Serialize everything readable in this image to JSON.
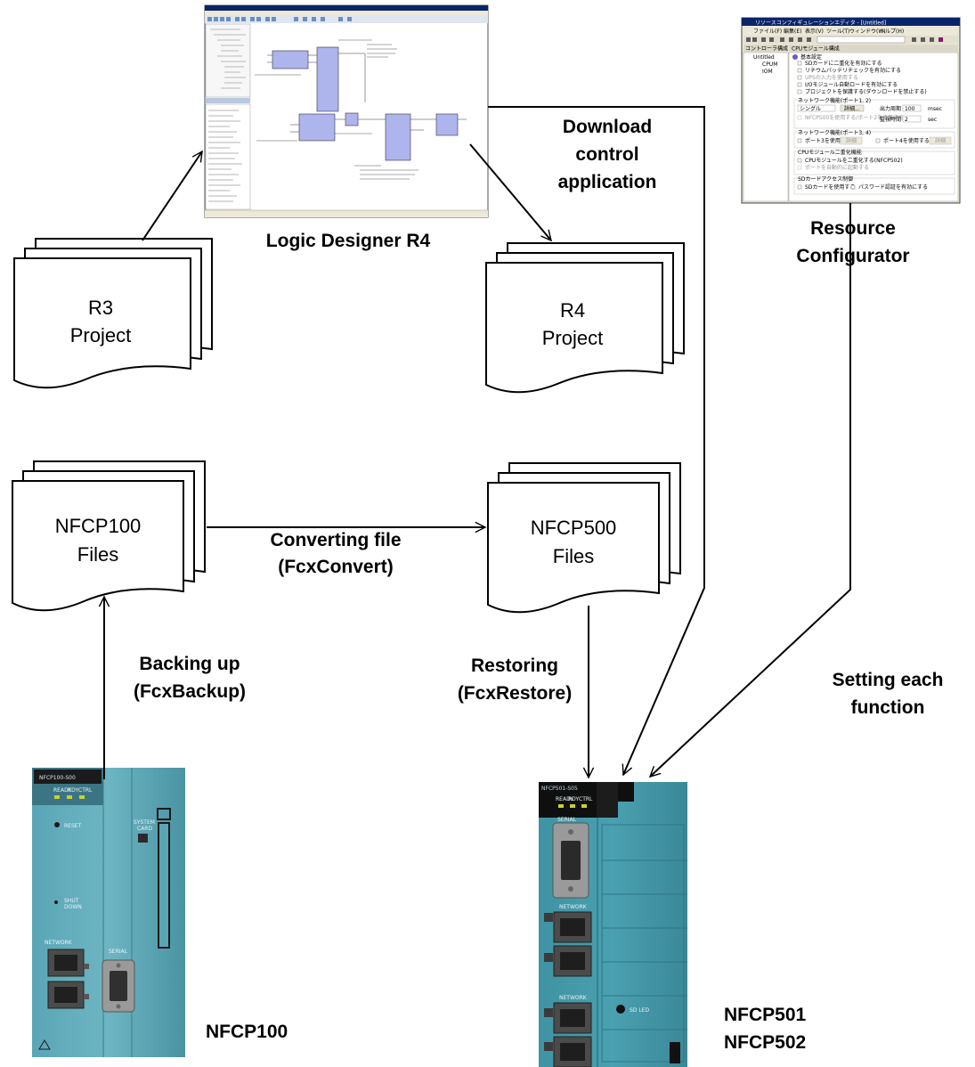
{
  "labels": {
    "logic_designer": "Logic Designer R4",
    "resource_configurator": [
      "Resource",
      "Configurator"
    ],
    "download": [
      "Download",
      "control",
      "application"
    ],
    "converting": [
      "Converting file",
      "(FcxConvert)"
    ],
    "backing_up": [
      "Backing up",
      "(FcxBackup)"
    ],
    "restoring": [
      "Restoring",
      "(FcxRestore)"
    ],
    "setting": [
      "Setting each",
      "function"
    ],
    "nfcp100": "NFCP100",
    "nfcp501": "NFCP501",
    "nfcp502": "NFCP502"
  },
  "documents": {
    "r3": [
      "R3",
      "Project"
    ],
    "r4": [
      "R4",
      "Project"
    ],
    "nfcp100_files": [
      "NFCP100",
      "Files"
    ],
    "nfcp500_files": [
      "NFCP500",
      "Files"
    ]
  },
  "device_nfcp100": {
    "model": "NFCP100-S00",
    "leds": [
      "READY",
      "RDY",
      "CTRL"
    ],
    "reset": "RESET",
    "shutdown": [
      "SHUT",
      "DOWN"
    ],
    "system_card": [
      "SYSTEM",
      "CARD"
    ],
    "network": "NETWORK",
    "serial": "SERIAL"
  },
  "device_nfcp500": {
    "model": "NFCP501-S05",
    "leds": [
      "READY",
      "RDY",
      "CTRL"
    ],
    "serial": "SERIAL",
    "network1": "NETWORK",
    "network2": "NETWORK",
    "sd_led": "SD LED"
  },
  "resource_window": {
    "title": "リソースコンフィギュレーションエディタ - [Untitled]",
    "menu": [
      "ファイル(F)",
      "編集(E)",
      "表示(V)",
      "ツール(T)",
      "ウィンドウ(W)",
      "ヘルプ(H)"
    ],
    "tree_header": "コントローラ構成",
    "panel_header": "CPUモジュール構成",
    "tree": [
      "Untitled",
      "CPUM",
      "IOM"
    ],
    "section": "基本設定",
    "options": [
      "SDカードに二重化を有効にする",
      "リチウムバッテリチェックを有効にする",
      "UPSの入力を使用する",
      "I/Oモジュール自動ロードを有効にする",
      "プロジェクトを保護する(ダウンロードを禁止する)"
    ],
    "group1": "ネットワーク機能(ポート1, 2)",
    "group1_select": "シングル",
    "group1_detail": "詳細...",
    "group1_fields": [
      "出力周期",
      "監視時間"
    ],
    "group1_values": [
      "100",
      "2"
    ],
    "group1_units": [
      "msec",
      "sec"
    ],
    "group1_opt": "NFCP500を使用する/ポート2を使用する",
    "group2": "ネットワーク機能(ポート3, 4)",
    "group2_opts": [
      "ポート3を使用する",
      "ポート4を使用する"
    ],
    "group2_btn": "詳細",
    "group3": "CPUモジュール二重化機能",
    "group3_opts": [
      "CPUモジュールを二重化する(NFCP502)",
      "ポートを自動的に起動する"
    ],
    "group4": "SDカードアクセス制御",
    "group4_opts": [
      "SDカードを使用する",
      "パスワード認証を有効にする"
    ]
  },
  "colors": {
    "teal_device": "#4e9bab",
    "teal_dark": "#3a7d8c",
    "device_black": "#141414",
    "fb_purple": "#aeb4ec",
    "window_blue": "#0a246a"
  }
}
